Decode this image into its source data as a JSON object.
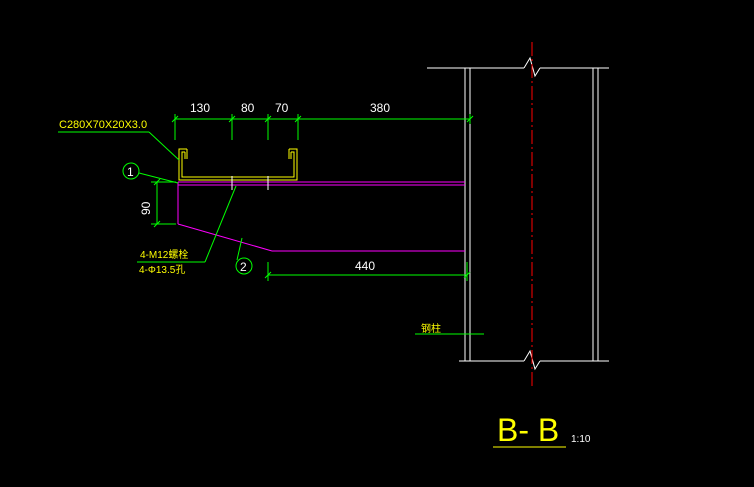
{
  "drawing": {
    "section_title": "B- B",
    "scale": "1:10",
    "dimensions": {
      "dim_130": "130",
      "dim_80": "80",
      "dim_70": "70",
      "dim_380": "380",
      "dim_440": "440",
      "dim_90": "90"
    },
    "labels": {
      "purlin_spec": "C280X70X20X3.0",
      "bolt_spec": "4-M12螺栓",
      "hole_spec": "4-Φ13.5孔",
      "column_label": "钢柱"
    },
    "callouts": {
      "mark_1": "1",
      "mark_2": "2"
    },
    "colors": {
      "background": "#000000",
      "column": "#ffffff",
      "centerline": "#ff0000",
      "dimension": "#00ff00",
      "leader": "#00ff00",
      "purlin": "#ffff00",
      "bracket": "#ff00ff",
      "text_dim": "#ffffff",
      "text_label": "#ffff00"
    }
  }
}
